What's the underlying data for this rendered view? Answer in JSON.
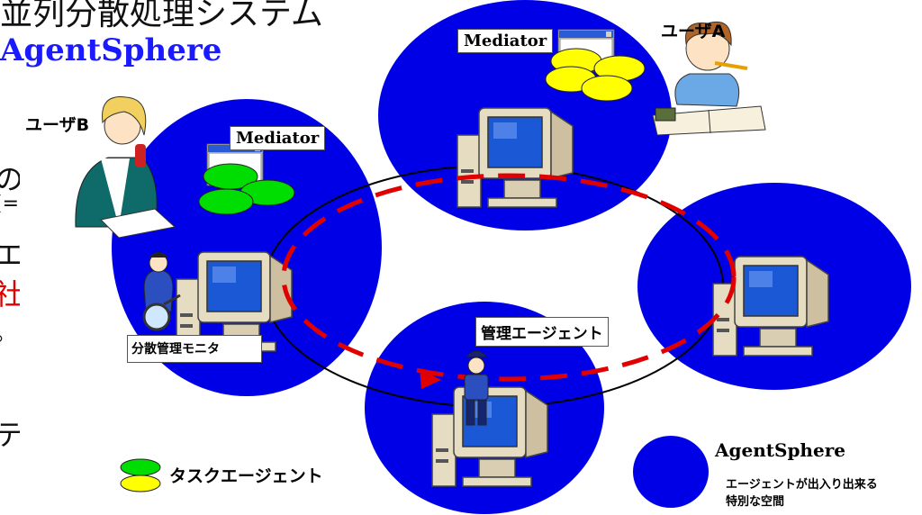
{
  "title": {
    "line1": "並列分散処理システム",
    "line2": "AgentSphere"
  },
  "left_fragments": [
    "の",
    "(=",
    "エ",
    "社",
    "。",
    "テム"
  ],
  "users": {
    "a": "ユーザA",
    "b": "ユーザB"
  },
  "mediator_label": "Mediator",
  "monitor_label": "分散管理モニタ",
  "manager_label": "管理エージェント",
  "legend": {
    "task_agent": "タスクエージェント",
    "sphere_title": "AgentSphere",
    "sphere_desc_line1": "エージェントが出入り出来る",
    "sphere_desc_line2": "特別な空間"
  },
  "colors": {
    "sphere": "#0000e6",
    "task_green": "#00dd00",
    "task_yellow": "#ffff00",
    "route": "#e00000",
    "title_accent": "#1a1aff"
  }
}
